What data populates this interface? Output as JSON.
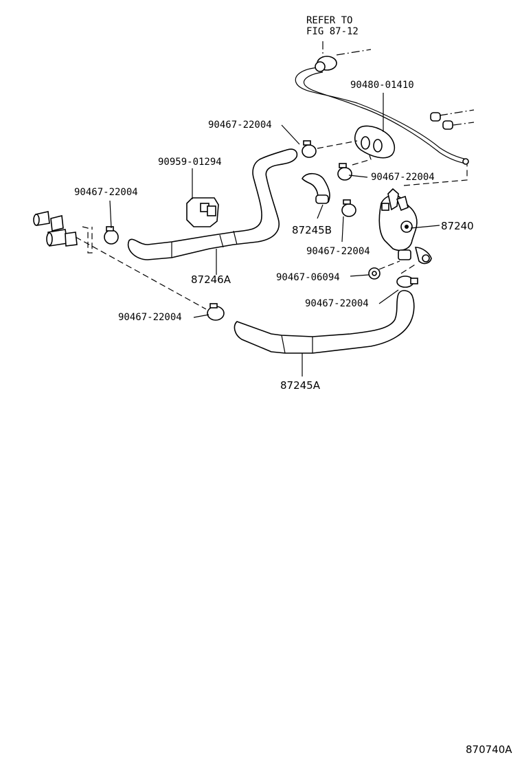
{
  "labels": {
    "refer_to_line1": "REFER TO",
    "refer_to_line2": "FIG 87-12",
    "p_90480_01410": "90480-01410",
    "p_90467_22004_a": "90467-22004",
    "p_90959_01294": "90959-01294",
    "p_90467_22004_b": "90467-22004",
    "p_90467_22004_c": "90467-22004",
    "p_87245B": "87245B",
    "p_87240": "87240",
    "p_90467_22004_d": "90467-22004",
    "p_87246A": "87246A",
    "p_90467_06094": "90467-06094",
    "p_90467_22004_e": "90467-22004",
    "p_90467_22004_f": "90467-22004",
    "p_87245A": "87245A",
    "diagram_id": "870740A"
  }
}
